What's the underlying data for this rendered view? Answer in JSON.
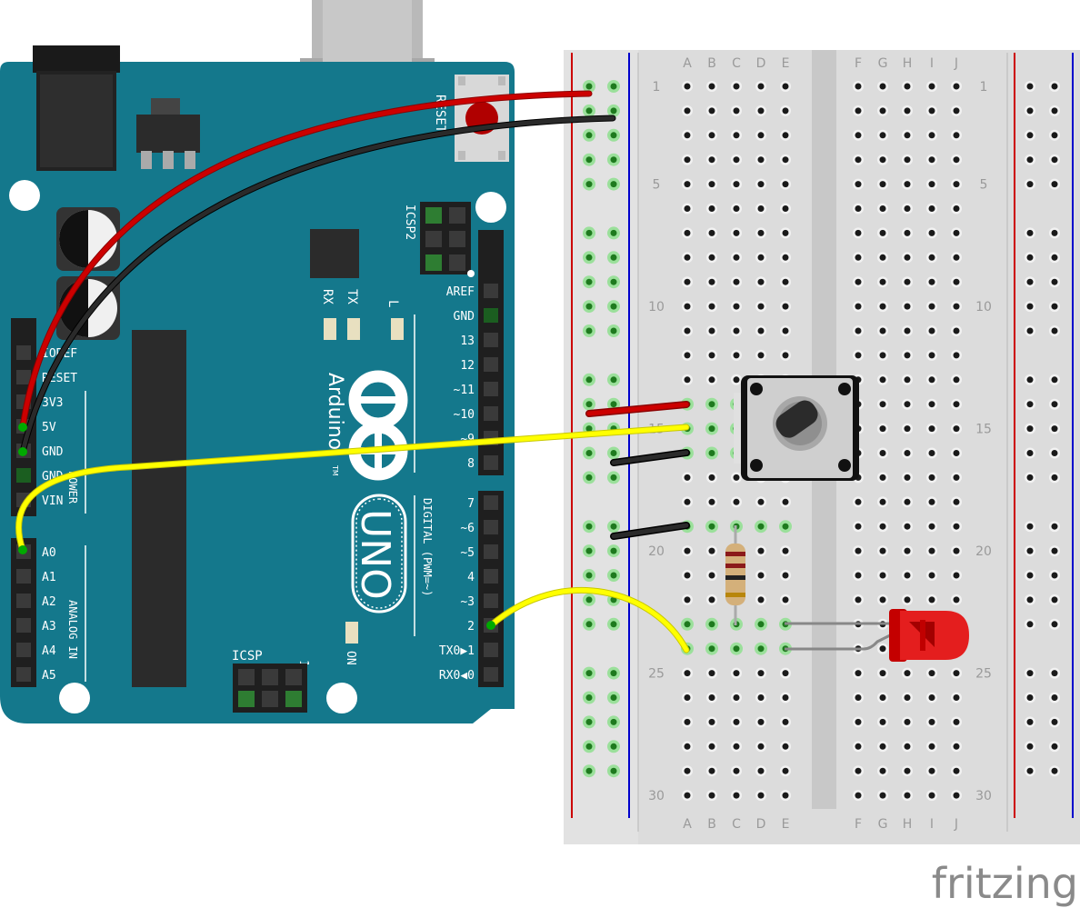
{
  "board": {
    "reset_label": "RESET",
    "icsp2_label": "ICSP2",
    "icsp_label": "ICSP",
    "icsp_pin1_label": "1",
    "rx_label": "RX",
    "tx_label": "TX",
    "l_label": "L",
    "on_label": "ON",
    "arduino_label": "Arduino",
    "tm_label": "TM",
    "uno_label": "UNO",
    "power_label": "POWER",
    "analog_in_label": "ANALOG IN",
    "digital_label": "DIGITAL (PWM=~)",
    "power_pins": [
      "IOREF",
      "RESET",
      "3V3",
      "5V",
      "GND",
      "GND",
      "VIN"
    ],
    "analog_pins": [
      "A0",
      "A1",
      "A2",
      "A3",
      "A4",
      "A5"
    ],
    "top_header_pins": [
      "AREF",
      "GND",
      "13",
      "12",
      "~11",
      "~10",
      "~9",
      "8"
    ],
    "digital_pins": [
      "7",
      "~6",
      "~5",
      "4",
      "~3",
      "2",
      "TX0▶1",
      "RX0◀0"
    ]
  },
  "breadboard": {
    "columns_left": [
      "A",
      "B",
      "C",
      "D",
      "E"
    ],
    "columns_right": [
      "F",
      "G",
      "H",
      "I",
      "J"
    ],
    "row_numbers": [
      "1",
      "5",
      "10",
      "15",
      "20",
      "25",
      "30"
    ]
  },
  "wires": [
    {
      "name": "red-wire-5v",
      "color": "#cc0000"
    },
    {
      "name": "black-wire-gnd",
      "color": "#222222"
    },
    {
      "name": "yellow-wire-a0",
      "color": "#ffff00"
    },
    {
      "name": "yellow-wire-pin2",
      "color": "#ffff00"
    }
  ],
  "components": {
    "potentiometer": "rotary-potentiometer-icon",
    "resistor": "resistor-icon",
    "led": "red-led-icon"
  },
  "watermark": "fritzing"
}
